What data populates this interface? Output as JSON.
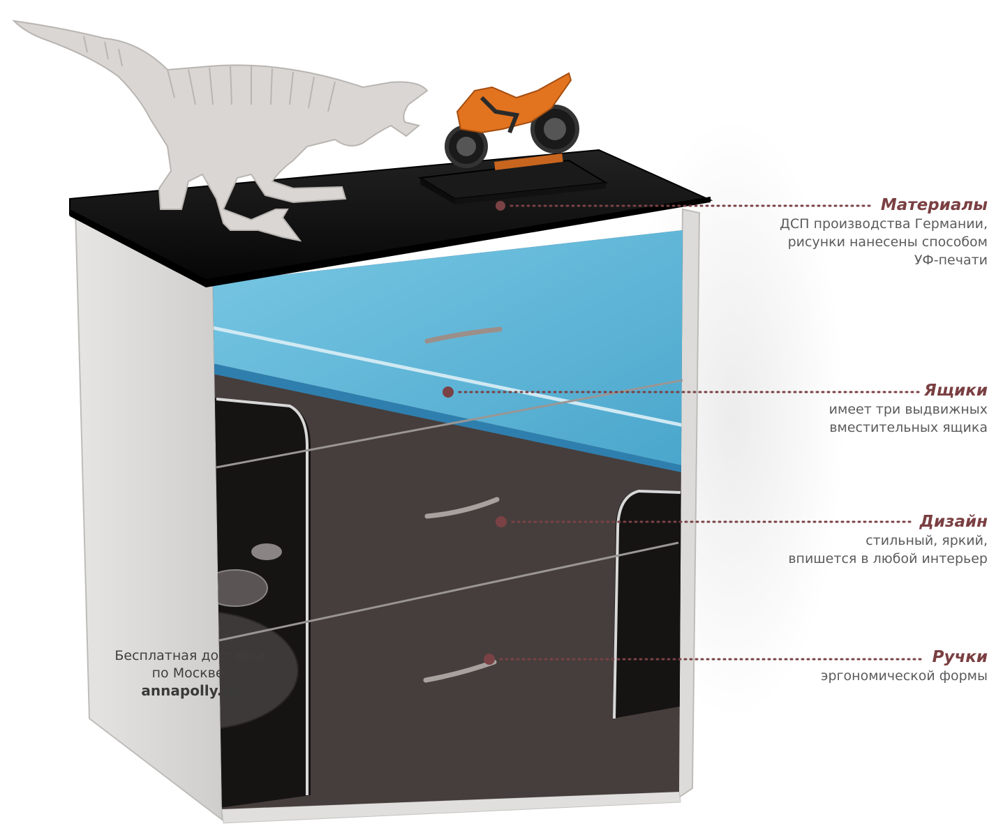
{
  "colors": {
    "accent": "#7a3f42",
    "dot": "#7a4245",
    "top_panel": "#0d0d0d",
    "blue": "#5db4d6",
    "dark_brown": "#4a4240",
    "body_gray": "#d9d8d6"
  },
  "callouts": [
    {
      "title": "Материалы",
      "lines": [
        "ДСП производства Германии,",
        "рисунки нанесены способом",
        "УФ-печати"
      ]
    },
    {
      "title": "Ящики",
      "lines": [
        "имеет три выдвижных",
        "вместительных ящика"
      ]
    },
    {
      "title": "Дизайн",
      "lines": [
        "стильный, яркий,",
        "впишется в любой интерьер"
      ]
    },
    {
      "title": "Ручки",
      "lines": [
        "эргономической формы"
      ]
    }
  ],
  "promo": {
    "line1": "Бесплатная доставка",
    "line2": "по Москве-",
    "site": "annapolly.ru"
  },
  "icons": [
    "dinosaur-model-icon",
    "motorcycle-model-icon"
  ]
}
